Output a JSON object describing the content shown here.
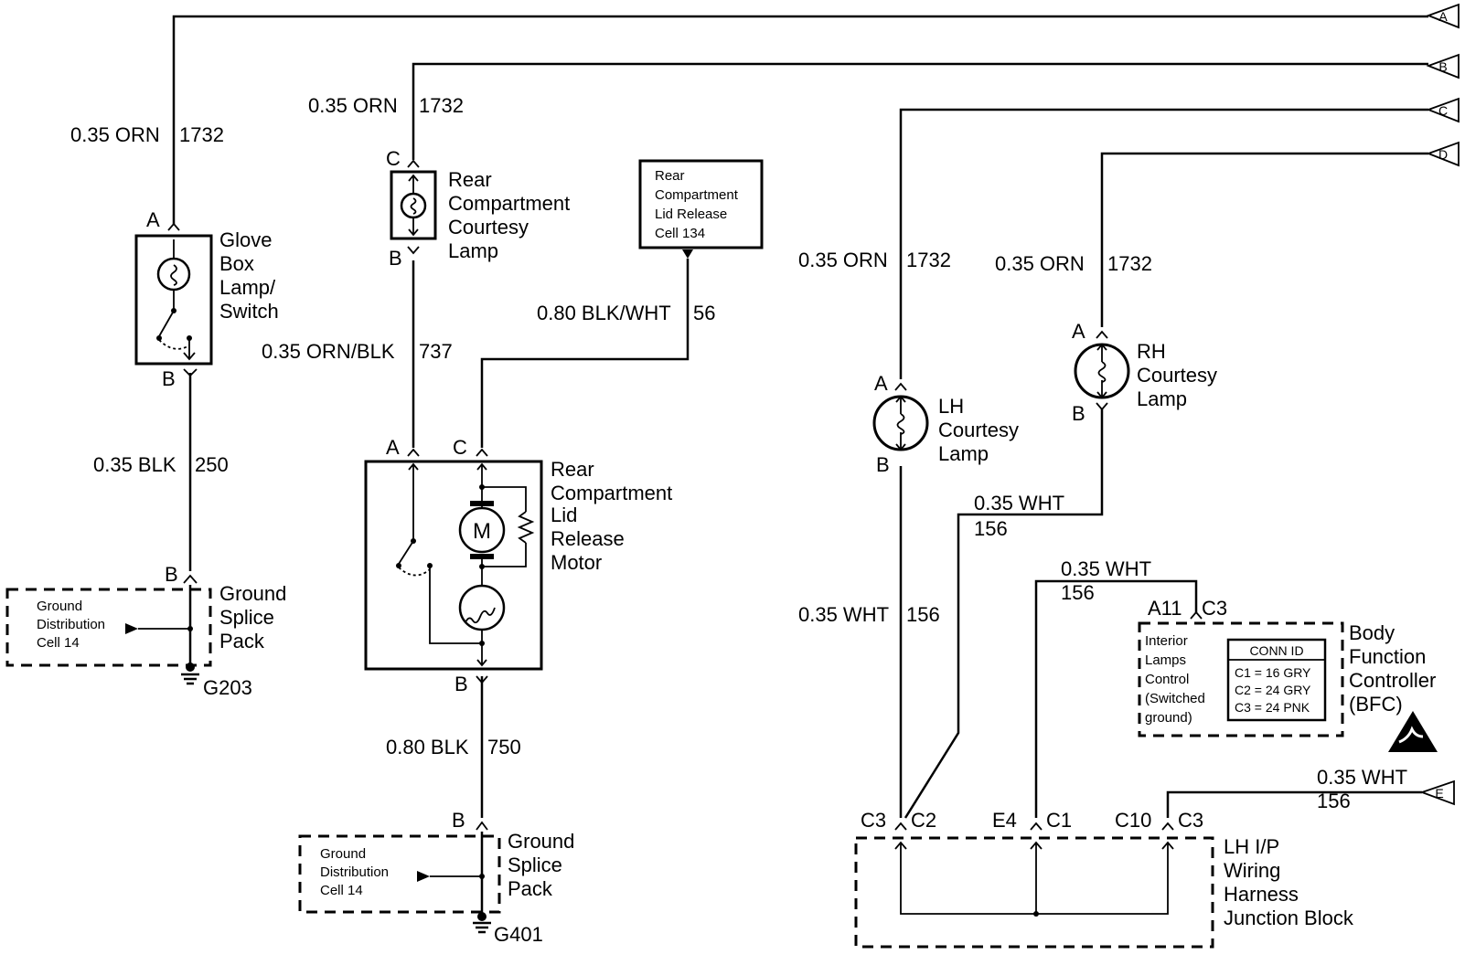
{
  "connectors_right": [
    "A",
    "B",
    "C",
    "D",
    "E"
  ],
  "wires": {
    "w1": {
      "gauge": "0.35 ORN",
      "circuit": "1732"
    },
    "w2": {
      "gauge": "0.35 ORN",
      "circuit": "1732"
    },
    "w3": {
      "gauge": "0.35 ORN/BLK",
      "circuit": "737"
    },
    "w4": {
      "gauge": "0.80 BLK/WHT",
      "circuit": "56"
    },
    "w5": {
      "gauge": "0.35 BLK",
      "circuit": "250"
    },
    "w6": {
      "gauge": "0.80 BLK",
      "circuit": "750"
    },
    "w7": {
      "gauge": "0.35 ORN",
      "circuit": "1732"
    },
    "w8": {
      "gauge": "0.35 ORN",
      "circuit": "1732"
    },
    "w9": {
      "gauge": "0.35 WHT",
      "circuit": "156"
    },
    "w10": {
      "gauge": "0.35 WHT",
      "circuit": "156"
    },
    "w11": {
      "gauge": "0.35 WHT",
      "circuit": "156"
    },
    "w12": {
      "gauge": "0.35 WHT",
      "circuit": "156"
    }
  },
  "components": {
    "glove_box": [
      "Glove",
      "Box",
      "Lamp/",
      "Switch"
    ],
    "rear_courtesy": [
      "Rear",
      "Compartment",
      "Courtesy",
      "Lamp"
    ],
    "release_cell": [
      "Rear",
      "Compartment",
      "Lid Release",
      "Cell 134"
    ],
    "release_motor": [
      "Rear",
      "Compartment",
      "Lid",
      "Release",
      "Motor"
    ],
    "motor_symbol": "M",
    "splice1": [
      "Ground",
      "Splice",
      "Pack"
    ],
    "splice1_cell": [
      "Ground",
      "Distribution",
      "Cell 14"
    ],
    "splice2": [
      "Ground",
      "Splice",
      "Pack"
    ],
    "splice2_cell": [
      "Ground",
      "Distribution",
      "Cell 14"
    ],
    "lh_lamp": [
      "LH",
      "Courtesy",
      "Lamp"
    ],
    "rh_lamp": [
      "RH",
      "Courtesy",
      "Lamp"
    ],
    "bfc": [
      "Body",
      "Function",
      "Controller",
      "(BFC)"
    ],
    "bfc_inner": [
      "Interior",
      "Lamps",
      "Control",
      "(Switched",
      "ground)"
    ],
    "conn_id": {
      "title": "CONN ID",
      "rows": [
        "C1 = 16 GRY",
        "C2 = 24 GRY",
        "C3 = 24 PNK"
      ]
    },
    "junction": [
      "LH I/P",
      "Wiring",
      "Harness",
      "Junction Block"
    ]
  },
  "grounds": {
    "g1": "G203",
    "g2": "G401"
  },
  "pins": {
    "gb_a": "A",
    "gb_b": "B",
    "gs1_b": "B",
    "rc_c": "C",
    "rc_b": "B",
    "rm_a": "A",
    "rm_c": "C",
    "rm_b": "B",
    "gs2_b": "B",
    "lh_a": "A",
    "lh_b": "B",
    "rh_a": "A",
    "rh_b": "B",
    "bfc_pin": "A11",
    "bfc_conn": "C3",
    "jb1_pin": "C3",
    "jb1_conn": "C2",
    "jb2_pin": "E4",
    "jb2_conn": "C1",
    "jb3_pin": "C10",
    "jb3_conn": "C3"
  }
}
